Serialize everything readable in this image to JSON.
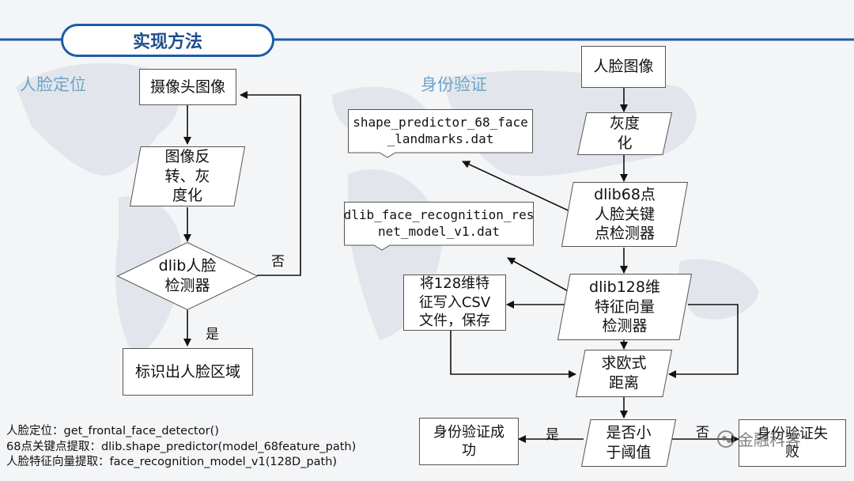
{
  "header": {
    "title": "实现方法"
  },
  "sections": {
    "left_title": "人脸定位",
    "right_title": "身份验证"
  },
  "left_flow": {
    "camera": "摄像头图像",
    "flip_gray": "图像反\n转、灰\n度化",
    "detector": "dlib人脸\n检测器",
    "no_label": "否",
    "yes_label": "是",
    "mark_region": "标识出人脸区域"
  },
  "right_flow": {
    "face_image": "人脸图像",
    "grayscale": "灰度\n化",
    "landmark_file": "shape_predictor_68_face\n_landmarks.dat",
    "landmark_detector": "dlib68点\n人脸关键\n点检测器",
    "resnet_file": "dlib_face_recognition_res\nnet_model_v1.dat",
    "feature_detector": "dlib128维\n特征向量\n检测器",
    "csv_save": "将128维特\n征写入CSV\n文件，保存",
    "euclid": "求欧式\n距离",
    "threshold": "是否小\n于阈值",
    "yes_label": "是",
    "no_label": "否",
    "success": "身份验证成\n功",
    "fail": "身份验证失\n败"
  },
  "notes": [
    "人脸定位：get_frontal_face_detector()",
    "68点关键点提取：dlib.shape_predictor(model_68feature_path)",
    "人脸特征向量提取：face_recognition_model_v1(128D_path)"
  ],
  "watermark": {
    "text": "金融科客"
  },
  "colors": {
    "accent": "#1e5ba8",
    "title_text": "#1f4e8c",
    "section_title": "#6fa3c9"
  }
}
